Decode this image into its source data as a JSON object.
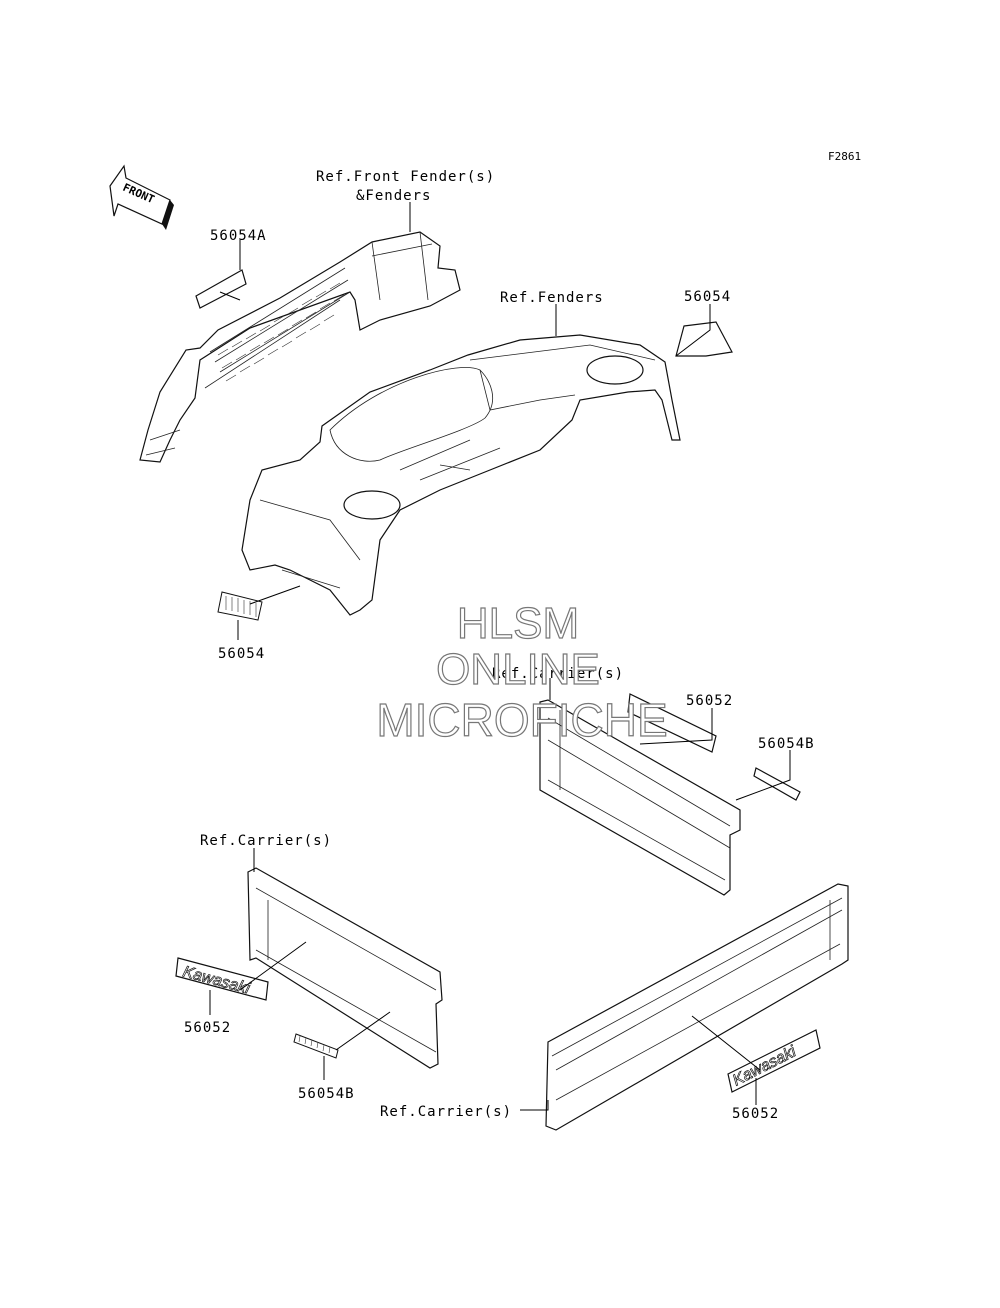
{
  "figure_code": "F2861",
  "front_arrow_text": "FRONT",
  "callouts": {
    "ref_front_fender_line1": "Ref.Front Fender(s)",
    "ref_front_fender_line2": "&Fenders",
    "ref_fenders": "Ref.Fenders",
    "ref_carrier_mid": "Ref.Carrier(s)",
    "ref_carrier_left": "Ref.Carrier(s)",
    "ref_carrier_bottom": "Ref.Carrier(s)",
    "part_56054A": "56054A",
    "part_56054_top": "56054",
    "part_56054_left": "56054",
    "part_56052_mid": "56052",
    "part_56054B_mid": "56054B",
    "part_56052_left": "56052",
    "part_56054B_left": "56054B",
    "part_56052_bottom": "56052"
  },
  "decal_text": {
    "kawasaki_left": "Kawasaki",
    "kawasaki_right": "Kawasaki"
  },
  "watermark": {
    "line1": "HLSM",
    "line2": "ONLINE",
    "line3": "MICROFICHE"
  }
}
